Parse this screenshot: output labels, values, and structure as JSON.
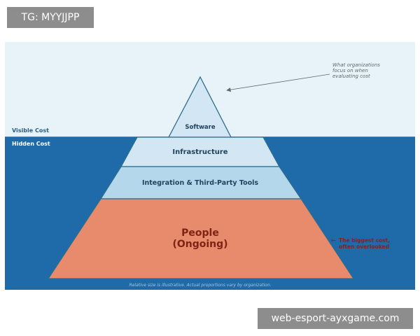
{
  "header_badge": {
    "text": "TG: MYYJJPP"
  },
  "footer_badge": {
    "text": "web-esport-ayxgame.com"
  },
  "diagram": {
    "labels": {
      "visible_cost": "Visible Cost",
      "hidden_cost": "Hidden Cost"
    },
    "tiers": [
      {
        "lines": [
          "Software"
        ]
      },
      {
        "lines": [
          "Infrastructure"
        ]
      },
      {
        "lines": [
          "Integration & Third-Party Tools"
        ]
      },
      {
        "lines": [
          "People",
          "(Ongoing)"
        ]
      }
    ],
    "annotations": {
      "top": [
        "What organizations",
        "focus on when",
        "evaluating cost"
      ],
      "bottom": [
        "The biggest cost,",
        "often overlooked"
      ]
    },
    "footnote": "Relative size is illustrative. Actual proportions vary by organization.",
    "colors": {
      "sky": "#e7f3f8",
      "water": "#1f6aa8",
      "waterline": "#1f6aa8",
      "software_fill": "#d3e6f3",
      "infra_fill": "#d3e6f3",
      "integration_fill": "#b5d7ec",
      "people_fill": "#e88a6c",
      "tier_text": "#22435d",
      "people_text": "#7e2416",
      "bottom_note": "#8e1e1e",
      "top_note": "#5e6a72",
      "label_visible": "#2a5f86",
      "label_hidden": "#ffffff",
      "footnote_text": "#a9c6df"
    }
  }
}
